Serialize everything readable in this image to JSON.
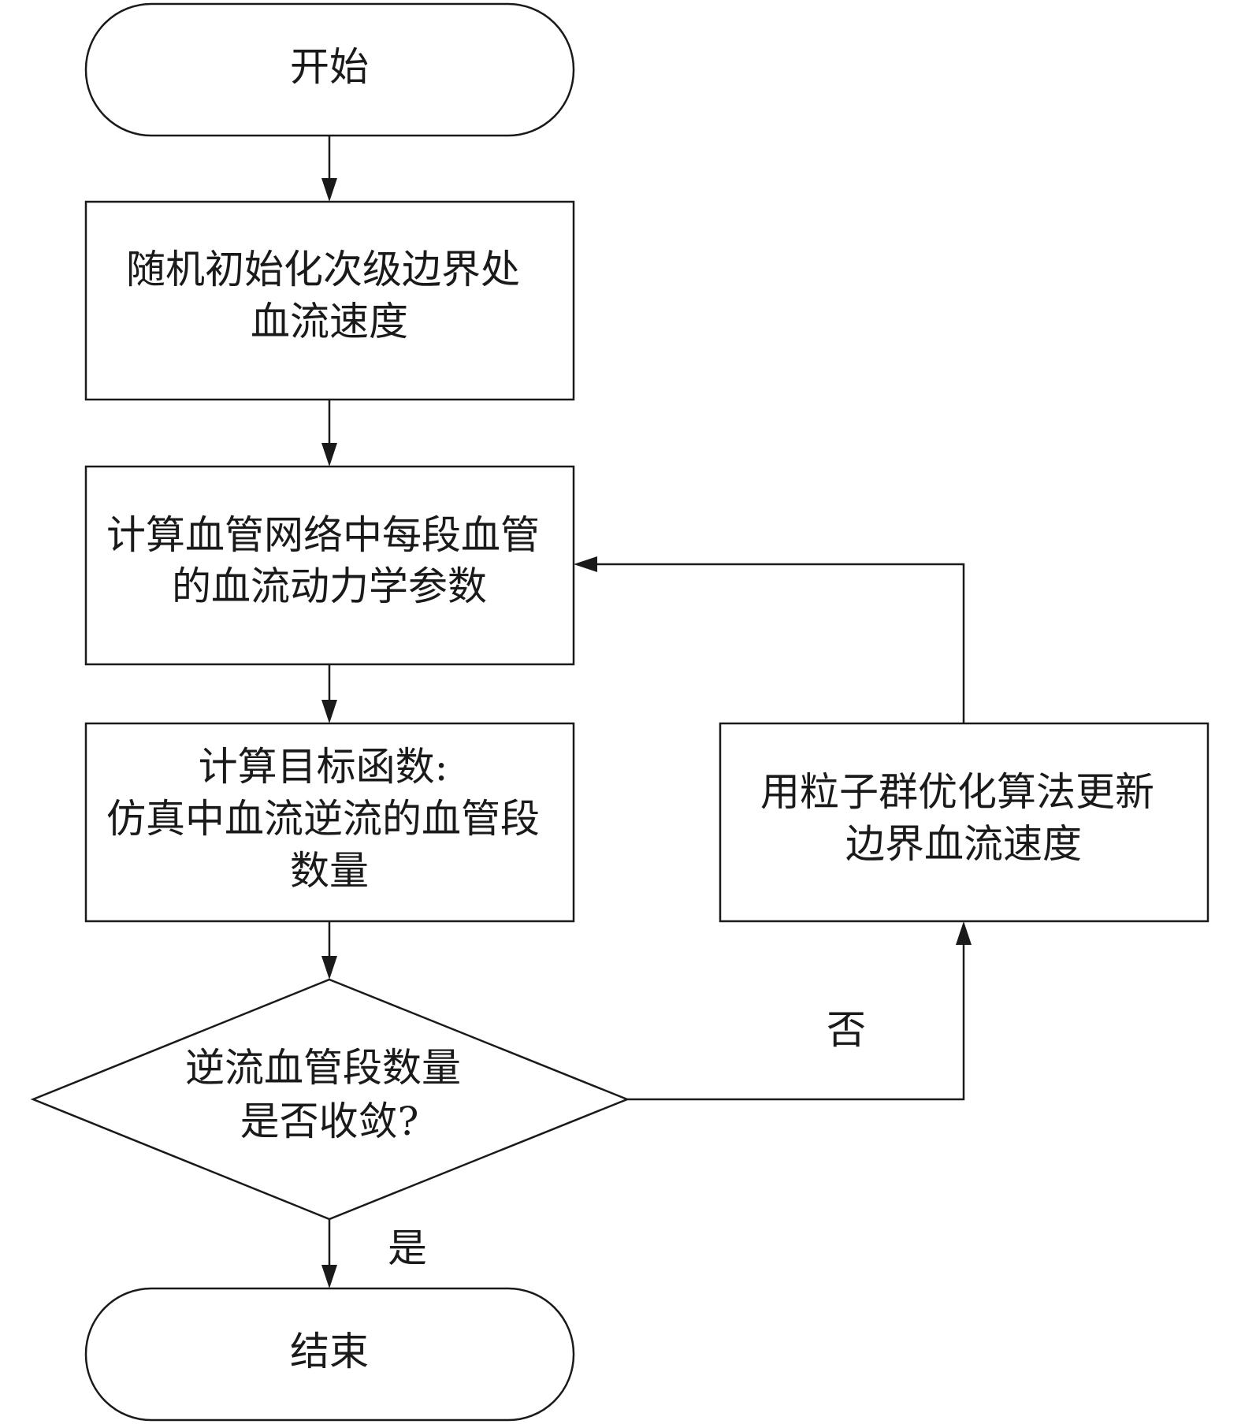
{
  "nodes": {
    "start": {
      "lines": [
        "开始"
      ]
    },
    "init": {
      "lines": [
        "随机初始化次级边界处",
        "血流速度"
      ]
    },
    "compute_params": {
      "lines": [
        "计算血管网络中每段血管",
        "的血流动力学参数"
      ]
    },
    "objective": {
      "lines": [
        "计算目标函数:",
        "仿真中血流逆流的血管段",
        "数量"
      ]
    },
    "decision": {
      "lines": [
        "逆流血管段数量",
        "是否收敛?"
      ]
    },
    "update": {
      "lines": [
        "用粒子群优化算法更新",
        "边界血流速度"
      ]
    },
    "end": {
      "lines": [
        "结束"
      ]
    }
  },
  "edge_labels": {
    "yes": "是",
    "no": "否"
  }
}
